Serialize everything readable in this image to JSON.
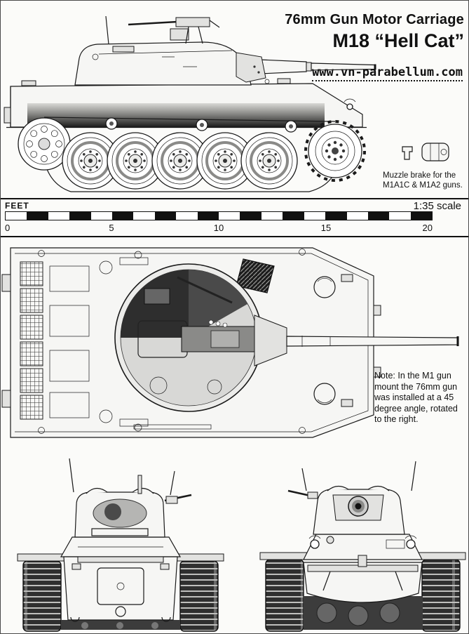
{
  "meta": {
    "paper_color": "#fbfbf9",
    "ink_color": "#1a1a1a"
  },
  "header": {
    "title_line1": "76mm Gun Motor Carriage",
    "title_line2": "M18 “Hell Cat”",
    "website": "www.vn-parabellum.com"
  },
  "muzzle_detail": {
    "caption": "Muzzle brake for the M1A1C & M1A2 guns."
  },
  "scale_bar": {
    "unit_label": "FEET",
    "scale_label": "1:35 scale",
    "ticks": [
      "0",
      "5",
      "10",
      "15",
      "20"
    ]
  },
  "notes": {
    "gun_mount_note": "Note: In the M1 gun mount the 76mm gun was installed at a 45 degree angle, rotated to the right."
  }
}
